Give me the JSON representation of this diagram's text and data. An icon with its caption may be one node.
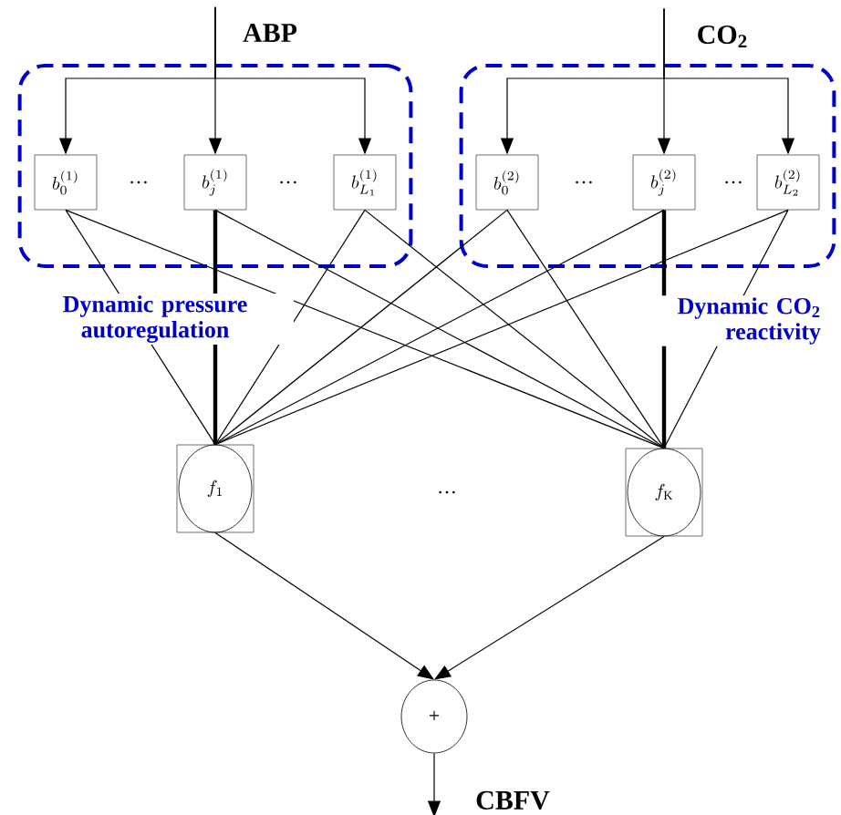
{
  "diagram": {
    "nodes": [
      {
        "text": [
          "Dynamic pressure autoregulation"
        ]
      },
      {
        "text": [
          "b_0^{(1)}"
        ],
        "in": 0
      },
      {
        "text": [
          "b_j^{(1)}"
        ],
        "in": 0
      },
      {
        "text": [
          "b_{L_1}^{(1)}"
        ],
        "in": 0
      },
      {
        "text": [
          "Dynamic CO$_{2}$ reactivity"
        ]
      },
      {
        "text": [
          "b_0^{(2)}"
        ],
        "in": 4
      },
      {
        "text": [
          "b_j^{(2)}"
        ],
        "in": 4
      },
      {
        "text": [
          "b_{L_2}^{(2)}"
        ],
        "in": 4
      },
      {
        "text": [
          "f_1"
        ]
      },
      {
        "text": [
          "f_{\\mathrm{K}}"
        ]
      },
      {
        "text": [
          "+"
        ]
      },
      {
        "text": [
          "ABP"
        ]
      },
      {
        "text": [
          "CO$_{2}$"
        ]
      },
      {
        "text": [
          "CBFV"
        ]
      }
    ],
    "edges": [
      {
        "from": 11,
        "to": 1,
        "arrow": "to"
      },
      {
        "from": 11,
        "to": 2,
        "arrow": "to"
      },
      {
        "from": 11,
        "to": 3,
        "arrow": "to"
      },
      {
        "from": 12,
        "to": 5,
        "arrow": "to"
      },
      {
        "from": 12,
        "to": 6,
        "arrow": "to"
      },
      {
        "from": 12,
        "to": 7,
        "arrow": "to"
      },
      {
        "from": 1,
        "to": 8,
        "arrow": "none"
      },
      {
        "from": 1,
        "to": 9,
        "arrow": "none"
      },
      {
        "from": 2,
        "to": 8,
        "arrow": "none",
        "style": "thick"
      },
      {
        "from": 2,
        "to": 9,
        "arrow": "none"
      },
      {
        "from": 3,
        "to": 8,
        "arrow": "none"
      },
      {
        "from": 3,
        "to": 9,
        "arrow": "none"
      },
      {
        "from": 5,
        "to": 8,
        "arrow": "none"
      },
      {
        "from": 5,
        "to": 9,
        "arrow": "none"
      },
      {
        "from": 6,
        "to": 8,
        "arrow": "none"
      },
      {
        "from": 6,
        "to": 9,
        "arrow": "none",
        "style": "thick"
      },
      {
        "from": 7,
        "to": 8,
        "arrow": "none"
      },
      {
        "from": 7,
        "to": 9,
        "arrow": "none"
      },
      {
        "from": 8,
        "to": 10,
        "arrow": "to"
      },
      {
        "from": 9,
        "to": 10,
        "arrow": "to"
      },
      {
        "from": 10,
        "to": 13,
        "arrow": "to"
      }
    ],
    "labels": [
      "…",
      "…",
      "…",
      "…",
      "…"
    ]
  }
}
